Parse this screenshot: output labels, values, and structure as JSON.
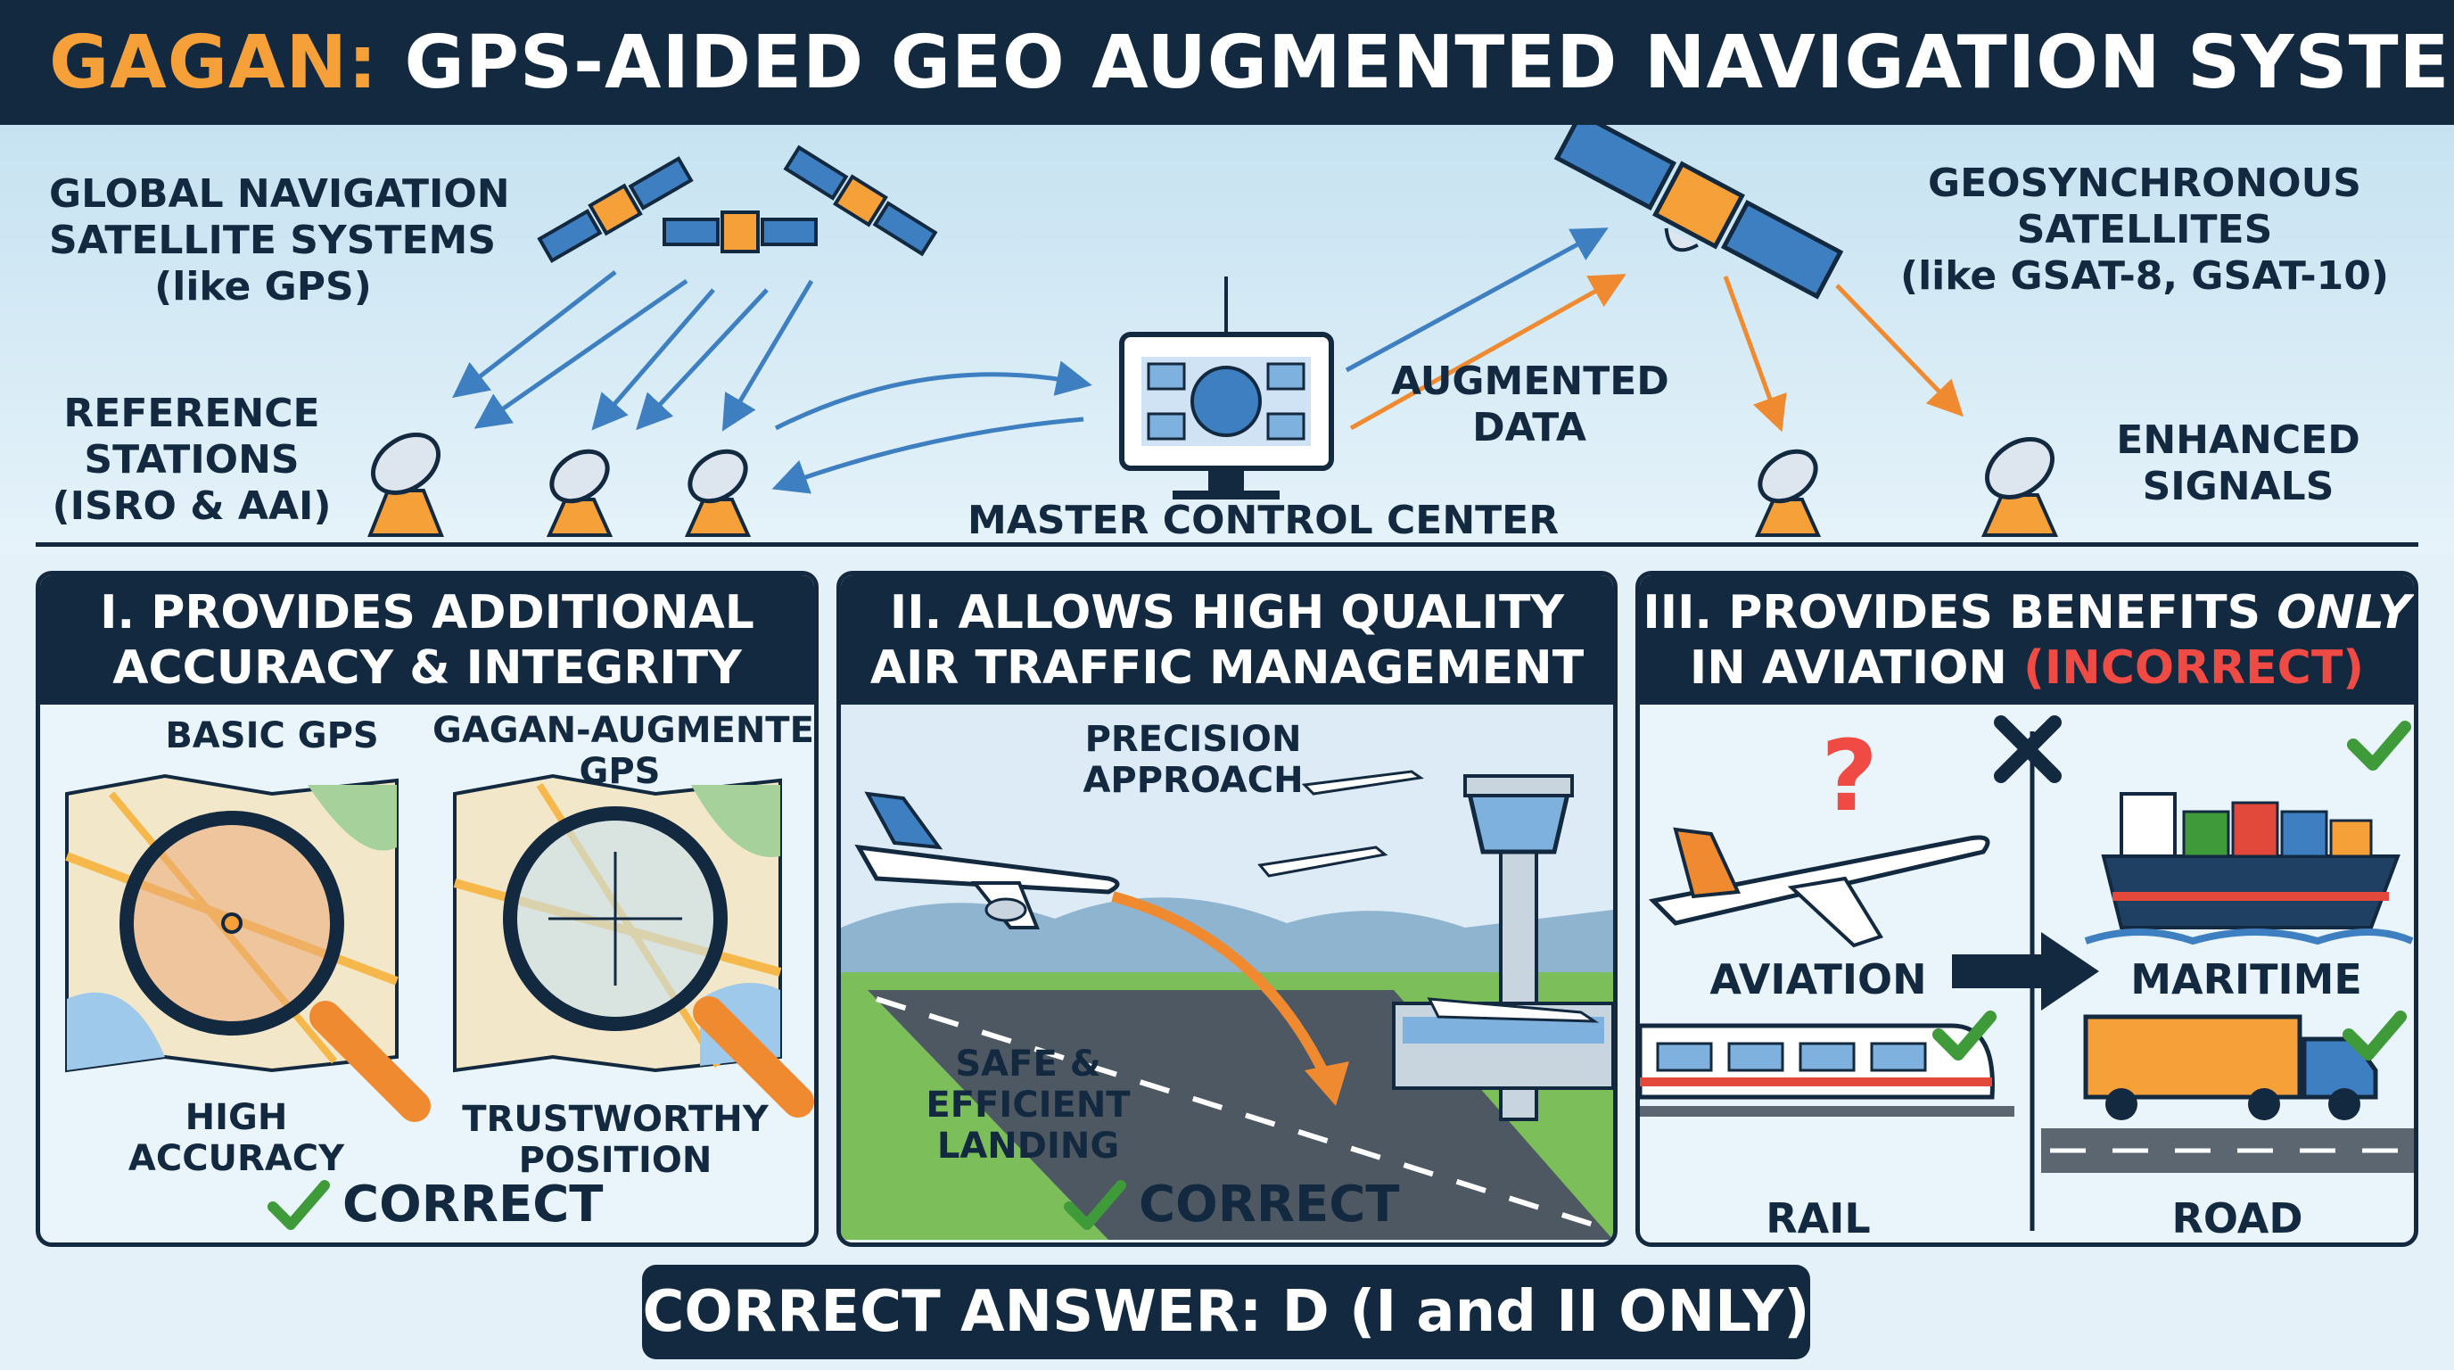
{
  "title": {
    "accent": "GAGAN:",
    "rest": "GPS-AIDED GEO AUGMENTED NAVIGATION SYSTEM"
  },
  "top": {
    "gnss": [
      "GLOBAL NAVIGATION",
      "SATELLITE SYSTEMS",
      "(like GPS)"
    ],
    "reference": [
      "REFERENCE",
      "STATIONS",
      "(ISRO & AAI)"
    ],
    "master": "MASTER CONTROL CENTER",
    "augmented": [
      "AUGMENTED",
      "DATA"
    ],
    "geo": [
      "GEOSYNCHRONOUS",
      "SATELLITES",
      "(like GSAT-8, GSAT-10)"
    ],
    "enhanced": [
      "ENHANCED",
      "SIGNALS"
    ]
  },
  "panel1": {
    "heading": [
      "I. PROVIDES ADDITIONAL",
      "ACCURACY & INTEGRITY"
    ],
    "basic": "BASIC GPS",
    "gagan": [
      "GAGAN-AUGMENTED",
      "GPS"
    ],
    "high": [
      "HIGH",
      "ACCURACY"
    ],
    "trust": [
      "TRUSTWORTHY",
      "POSITION"
    ],
    "verdict": "CORRECT"
  },
  "panel2": {
    "heading": [
      "II. ALLOWS HIGH QUALITY",
      "AIR TRAFFIC MANAGEMENT"
    ],
    "precision": [
      "PRECISION",
      "APPROACH"
    ],
    "safe": [
      "SAFE &",
      "EFFICIENT",
      "LANDING"
    ],
    "verdict": "CORRECT"
  },
  "panel3": {
    "heading_pre": "III. PROVIDES BENEFITS",
    "heading_only": "ONLY",
    "heading_line2": "IN AVIATION",
    "heading_incorrect": "(INCORRECT)",
    "question": "?",
    "aviation": "AVIATION",
    "maritime": "MARITIME",
    "rail": "RAIL",
    "road": "ROAD"
  },
  "answer": "CORRECT ANSWER: D (I and II ONLY)",
  "colors": {
    "navy": "#13293f",
    "orange": "#f6a03a",
    "green": "#3f9a3a",
    "red": "#ef4a44",
    "blue": "#3d7fc0"
  }
}
